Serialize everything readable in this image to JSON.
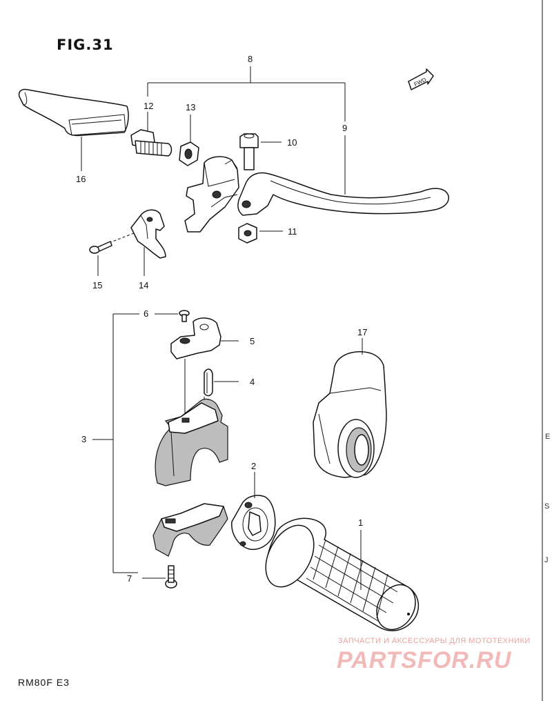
{
  "figure": {
    "title": "FIG.31",
    "model": "RM80F  E3"
  },
  "direction_marker": "FWD",
  "callouts": [
    "1",
    "2",
    "3",
    "4",
    "5",
    "6",
    "7",
    "8",
    "9",
    "10",
    "11",
    "12",
    "13",
    "14",
    "15",
    "16",
    "17"
  ],
  "watermark": {
    "tagline": "ЗАПЧАСТИ И АКСЕССУАРЫ ДЛЯ МОТОТЕХНИКИ",
    "brand": "PARTSFOR.RU"
  },
  "edge_marks": [
    "S",
    "J",
    "E"
  ],
  "colors": {
    "ink": "#111111",
    "watermark": "#f2b9b9",
    "background": "#ffffff"
  }
}
